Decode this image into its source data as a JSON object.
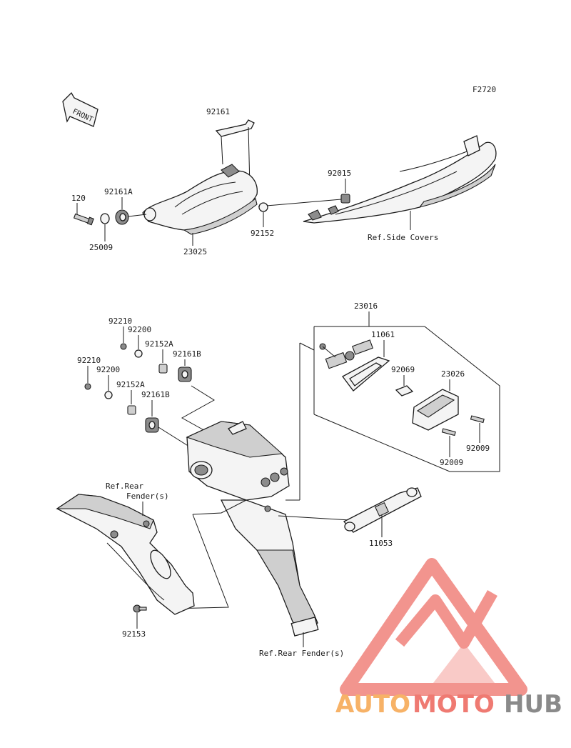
{
  "figure_code": "F2720",
  "front_arrow": "FRONT",
  "labels": {
    "p92161": "92161",
    "p120": "120",
    "p92161A": "92161A",
    "p25009": "25009",
    "p23025": "23025",
    "p92015": "92015",
    "p92152": "92152",
    "ref_side_covers": "Ref.Side Covers",
    "p23016": "23016",
    "p11061": "11061",
    "p92069": "92069",
    "p23026": "23026",
    "p92009_a": "92009",
    "p92009_b": "92009",
    "p92210_a": "92210",
    "p92200_a": "92200",
    "p92152A_a": "92152A",
    "p92161B_a": "92161B",
    "p92210_b": "92210",
    "p92200_b": "92200",
    "p92152A_b": "92152A",
    "p92161B_b": "92161B",
    "ref_rear_fender_1": "Ref.Rear",
    "ref_rear_fender_2": "Fender(s)",
    "p11053": "11053",
    "p92153": "92153",
    "ref_rear_fender_bottom": "Ref.Rear Fender(s)"
  },
  "watermark": {
    "auto": "AUTO",
    "moto": "MOTO",
    "hub": "HUB",
    "colors": {
      "auto": "#f7b267",
      "moto": "#ef7a72",
      "hub": "#8a8a8a",
      "logo": "#ef7a72"
    }
  }
}
